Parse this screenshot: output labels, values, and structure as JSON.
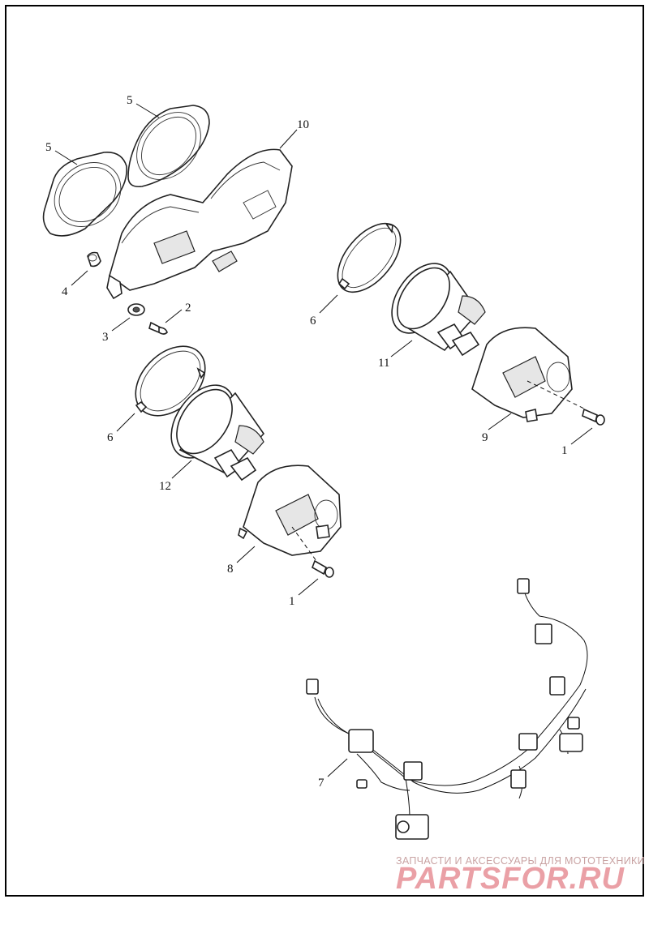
{
  "callouts": [
    "5",
    "5",
    "10",
    "4",
    "2",
    "3",
    "6",
    "11",
    "9",
    "1",
    "6",
    "12",
    "8",
    "1",
    "7"
  ],
  "watermark": {
    "tagline": "ЗАПЧАСТИ И АКСЕССУАРЫ ДЛЯ МОТОТЕХНИКИ",
    "brand": "PARTSFOR.RU"
  }
}
